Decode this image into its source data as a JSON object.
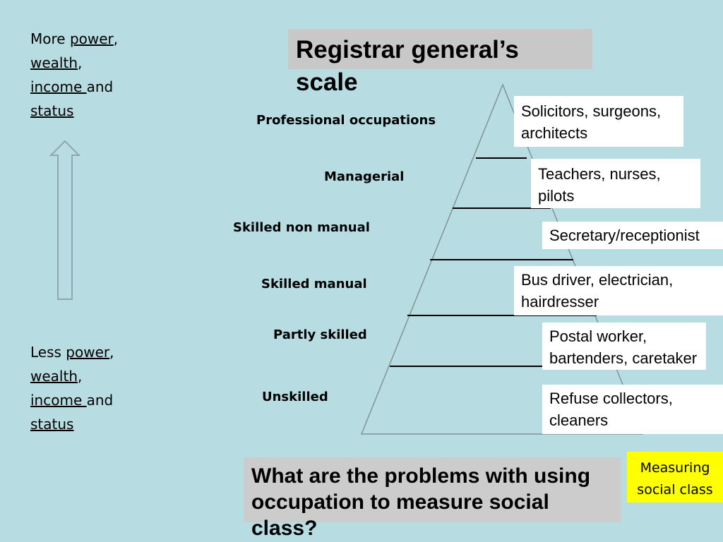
{
  "top_note": {
    "prefix": "More ",
    "power": "power",
    "comma1": ",",
    "wealth": "wealth",
    "comma2": ",",
    "income": "income ",
    "and": "and",
    "status": "status"
  },
  "bottom_note": {
    "prefix": "Less ",
    "power": "power",
    "comma1": ",",
    "wealth": "wealth",
    "comma2": ",",
    "income": "income ",
    "and": "and",
    "status": "status"
  },
  "title": "Registrar general’s scale",
  "levels": [
    {
      "label": "Professional occupations",
      "examples": "Solicitors, surgeons, architects"
    },
    {
      "label": "Managerial",
      "examples": "Teachers, nurses, pilots"
    },
    {
      "label": "Skilled non manual",
      "examples": "Secretary/receptionist"
    },
    {
      "label": "Skilled manual",
      "examples": "Bus driver, electrician, hairdresser"
    },
    {
      "label": "Partly skilled",
      "examples": "Postal worker, bartenders, caretaker"
    },
    {
      "label": "Unskilled",
      "examples": "Refuse collectors, cleaners"
    }
  ],
  "question": "What are the problems with using occupation to measure social class?",
  "badge": "Measuring social class",
  "colors": {
    "background": "#b7dde2",
    "title_box": "#c8c8c8",
    "question_box": "#cccccc",
    "badge": "#ffff00",
    "example_box": "#ffffff"
  },
  "icons": {
    "arrow": "up-arrow-outline"
  }
}
